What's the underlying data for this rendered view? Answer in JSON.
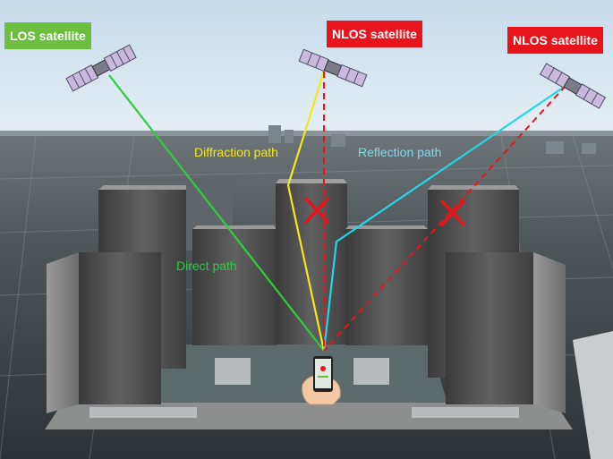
{
  "badges": {
    "los": "LOS satellite",
    "nlos_center": "NLOS satellite",
    "nlos_right": "NLOS satellite"
  },
  "paths": {
    "direct": "Direct path",
    "diffraction": "Diffraction path",
    "reflection": "Reflection path"
  },
  "colors": {
    "los_badge": "#6cbf3e",
    "nlos_badge": "#e8141b",
    "direct": "#2ecc40",
    "diffraction": "#f2e81c",
    "reflection": "#22d6e6",
    "blocked": "#e8141b"
  },
  "icons": {
    "satellite": "satellite-icon",
    "blocked": "x-mark-icon",
    "receiver": "phone-in-hand-icon"
  }
}
